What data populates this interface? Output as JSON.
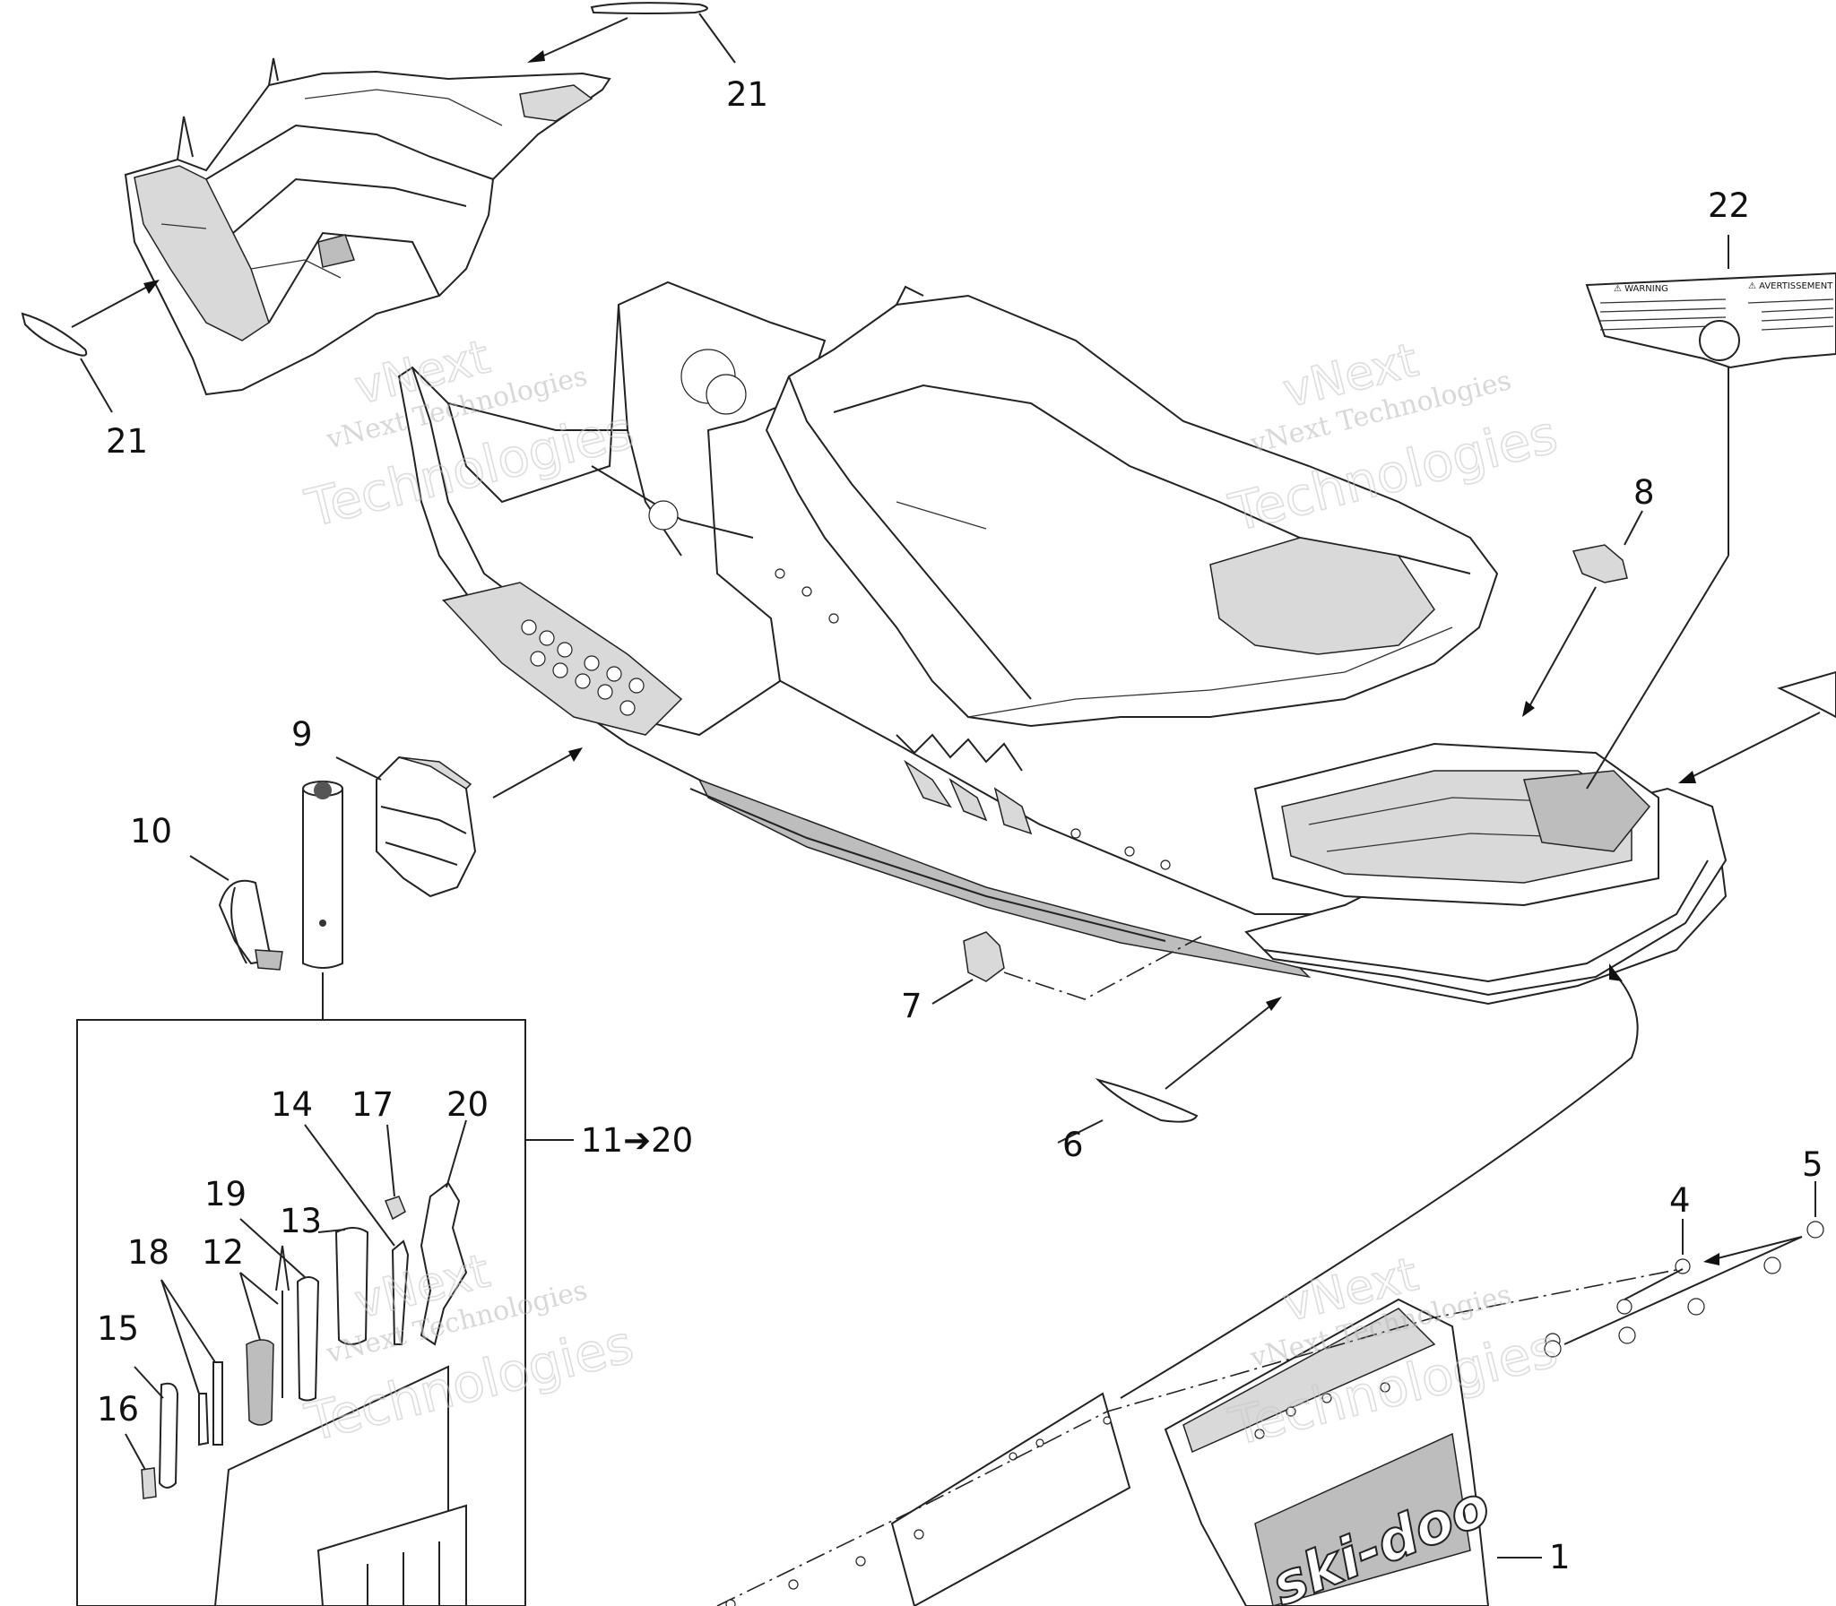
{
  "callouts": {
    "c1": "1",
    "c4": "4",
    "c5": "5",
    "c6": "6",
    "c7": "7",
    "c8": "8",
    "c9": "9",
    "c10": "10",
    "c11_20": "11➔20",
    "c12": "12",
    "c13": "13",
    "c14": "14",
    "c15": "15",
    "c16": "16",
    "c17": "17",
    "c18": "18",
    "c19": "19",
    "c20": "20",
    "c21_top": "21",
    "c21_left": "21",
    "c22": "22"
  },
  "watermark": {
    "line1": "vNext",
    "line2": "vNext Technologies",
    "line3": "Technologies"
  },
  "decal": {
    "warning_left": "⚠ WARNING",
    "warning_right": "⚠ AVERTISSEMENT"
  },
  "nosepan_logo": "ski-doo"
}
